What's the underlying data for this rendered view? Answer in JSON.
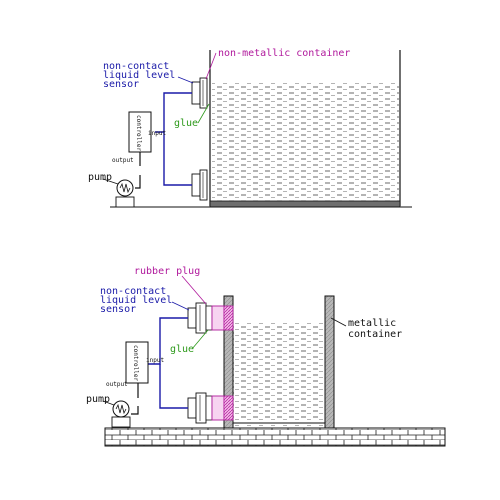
{
  "diagram_top": {
    "sensor_label": [
      "non-contact",
      "liquid level",
      "sensor"
    ],
    "container_label": "non-metallic container",
    "glue_label": "glue",
    "controller_label": "controller",
    "input_label": "input",
    "output_label": "output",
    "pump_label": "pump"
  },
  "diagram_bottom": {
    "plug_label": "rubber plug",
    "sensor_label": [
      "non-contact",
      "liquid level",
      "sensor"
    ],
    "container_label": [
      "metallic",
      "container"
    ],
    "glue_label": "glue",
    "controller_label": "controller",
    "input_label": "input",
    "output_label": "output",
    "pump_label": "pump"
  },
  "colors": {
    "sensor_label": "#1a1aa8",
    "wire": "#1a1aa8",
    "container_label": "#b0199c",
    "plug_label": "#b0199c",
    "glue_label": "#2e9a1c",
    "outline": "#111111"
  }
}
